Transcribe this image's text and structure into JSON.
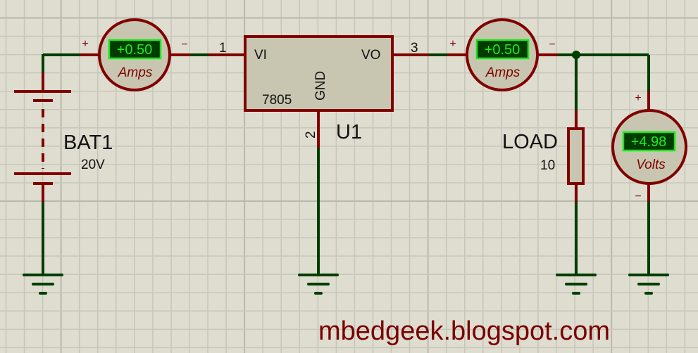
{
  "title": "7805 voltage regulator schematic simulation",
  "colors": {
    "background": "#deddd0",
    "grid_minor": "#c6c6b9",
    "grid_major": "#b8b8ab",
    "pin_wire": "#800000",
    "net_wire": "#003e00",
    "component_fill": "#c8c6b0",
    "meter_face": "#c8c6b0",
    "display_bg": "#003c00",
    "display_border": "#19e619",
    "display_text": "#19f019",
    "label_text": "#111111",
    "watermark": "#7a0000"
  },
  "battery": {
    "ref": "BAT1",
    "value": "20V"
  },
  "ammeter_in": {
    "reading": "+0.50",
    "unit": "Amps",
    "plus": "+",
    "minus": "−"
  },
  "regulator": {
    "ref": "U1",
    "part": "7805",
    "pin_in_label": "VI",
    "pin_out_label": "VO",
    "pin_gnd_label": "GND",
    "pin_in_num": "1",
    "pin_out_num": "3",
    "pin_gnd_num": "2"
  },
  "ammeter_out": {
    "reading": "+0.50",
    "unit": "Amps",
    "plus": "+",
    "minus": "−"
  },
  "load": {
    "ref": "LOAD",
    "value": "10"
  },
  "voltmeter": {
    "reading": "+4.98",
    "unit": "Volts",
    "plus": "+",
    "minus": "−"
  },
  "watermark": "mbedgeek.blogspot.com"
}
